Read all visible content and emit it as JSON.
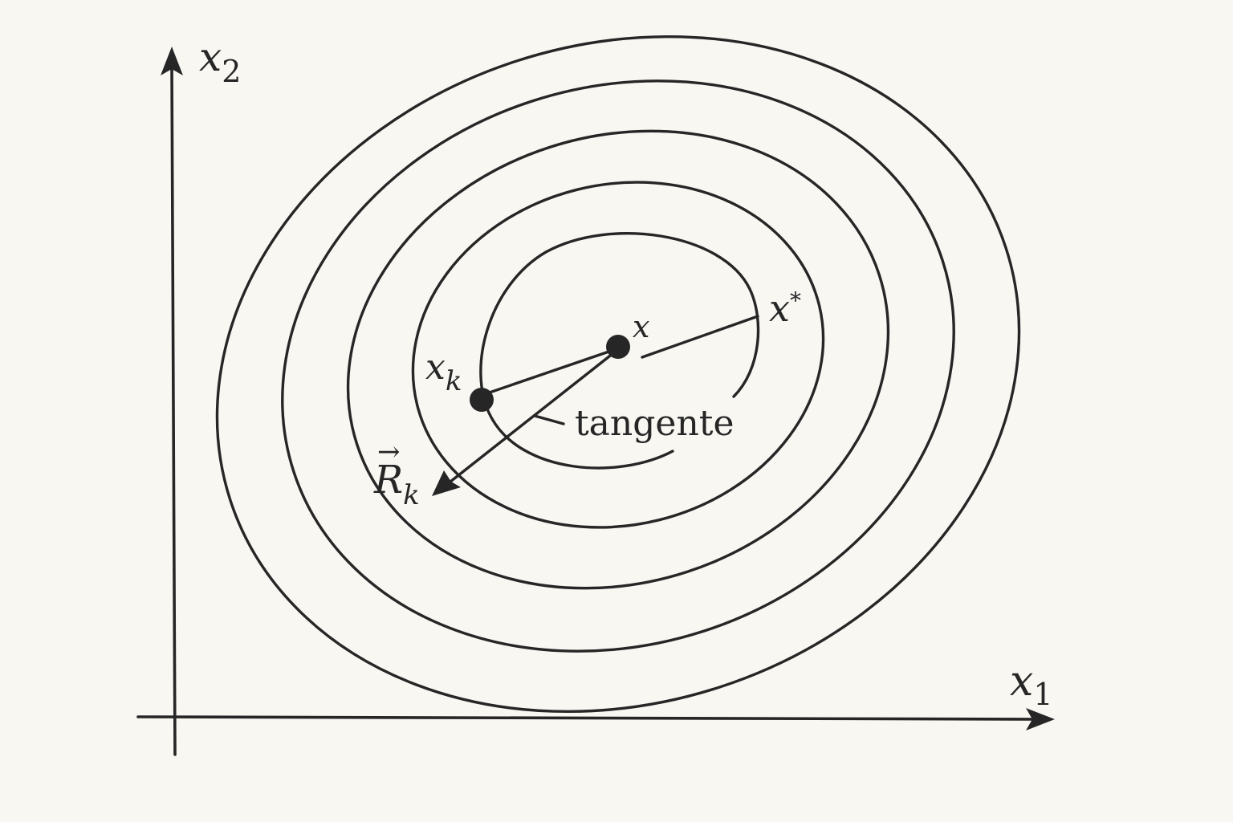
{
  "axes": {
    "x_label": "x",
    "x_sub": "1",
    "y_label": "x",
    "y_sub": "2"
  },
  "points": {
    "xk_label": "x",
    "xk_sub": "k",
    "center_label": "x",
    "xstar_label": "x",
    "xstar_sup": "*"
  },
  "vector": {
    "label": "R",
    "sub": "k",
    "over_arrow": "→"
  },
  "annotations": {
    "tangent_label": "tangente"
  },
  "colors": {
    "ink": "#262626",
    "background": "#f8f7f2"
  }
}
